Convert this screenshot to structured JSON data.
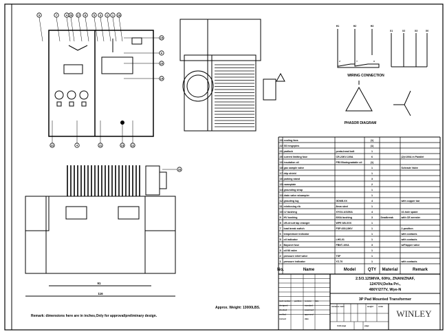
{
  "parts_table": {
    "headers": {
      "no": "No.",
      "name": "Name",
      "model": "Model",
      "qty": "QTY",
      "material": "Material",
      "remark": "Remark"
    },
    "rows": [
      {
        "no": "23",
        "name": "cooling fans",
        "model": "",
        "qty": "(1)",
        "material": "",
        "remark": ""
      },
      {
        "no": "22",
        "name": "SS hingepins",
        "model": "",
        "qty": "(1)",
        "material": "",
        "remark": ""
      },
      {
        "no": "21",
        "name": "padlock",
        "model": "penta-head bolt",
        "qty": "1",
        "material": "",
        "remark": ""
      },
      {
        "no": "20",
        "name": "current limiting fuse",
        "model": "CR-23KV-100A",
        "qty": "6",
        "material": "",
        "remark": "(2)×100A in Parallel"
      },
      {
        "no": "19",
        "name": "insulation oil",
        "model": "FR3 Biodegradable oil",
        "qty": "(1)",
        "material": "",
        "remark": ""
      },
      {
        "no": "18",
        "name": "gas sample valve",
        "model": "",
        "qty": "1",
        "material": "",
        "remark": "Schrade Valve"
      },
      {
        "no": "17",
        "name": "drip shield",
        "model": "",
        "qty": "1",
        "material": "",
        "remark": ""
      },
      {
        "no": "16",
        "name": "parking stand",
        "model": "",
        "qty": "3",
        "material": "",
        "remark": ""
      },
      {
        "no": "15",
        "name": "nameplate",
        "model": "",
        "qty": "2",
        "material": "",
        "remark": ""
      },
      {
        "no": "14",
        "name": "grounding strap",
        "model": "",
        "qty": "1",
        "material": "",
        "remark": ""
      },
      {
        "no": "13",
        "name": "drain valve w/sampler",
        "model": "",
        "qty": "1",
        "material": "",
        "remark": ""
      },
      {
        "no": "12",
        "name": "grouding lug",
        "model": "GDNB.XX",
        "qty": "4",
        "material": "",
        "remark": "with copper bar"
      },
      {
        "no": "11",
        "name": "reinforcing rib",
        "model": "8mm steel",
        "qty": "1",
        "material": "",
        "remark": ""
      },
      {
        "no": "10",
        "name": "LV bushing",
        "model": "XYG3-1/3150A",
        "qty": "4",
        "material": "",
        "remark": "10-hole spade"
      },
      {
        "no": "9",
        "name": "HV bushing",
        "model": "600A bushing",
        "qty": "3",
        "material": "Deadbreak",
        "remark": "with CE arrester"
      },
      {
        "no": "8",
        "name": "off-circuit tap changer",
        "model": "WPE 8/8-XXX",
        "qty": "1",
        "material": "",
        "remark": ""
      },
      {
        "no": "7",
        "name": "load break switch",
        "model": "FSP-630,18KV",
        "qty": "1",
        "material": "",
        "remark": "2-position"
      },
      {
        "no": "6",
        "name": "temperature indicator",
        "model": "",
        "qty": "1",
        "material": "",
        "remark": "with contacts"
      },
      {
        "no": "5",
        "name": "oil indicator",
        "model": "LHS-01",
        "qty": "1",
        "material": "",
        "remark": "with contacts"
      },
      {
        "no": "4",
        "name": "Bayonet fuse",
        "model": "FBNT-100A",
        "qty": "3",
        "material": "",
        "remark": "w/Flapper valve"
      },
      {
        "no": "3",
        "name": "oil fill valve",
        "model": "",
        "qty": "1",
        "material": "",
        "remark": ""
      },
      {
        "no": "2",
        "name": "pressure relief valve",
        "model": "TSF",
        "qty": "1",
        "material": "",
        "remark": ""
      },
      {
        "no": "1",
        "name": "pressure indicator",
        "model": "YZ-70",
        "qty": "1",
        "material": "",
        "remark": "with contacts"
      }
    ]
  },
  "title_block": {
    "spec_line1": "2.5/3.125MVA, 60Hz, ZNAN/ZNAF,",
    "spec_line2": "12470V,Delta Pri.,",
    "spec_line3": "480Y/277V, Wye-N",
    "title": "3P Pad Mounted Transformer",
    "company": "WINLEY",
    "sig_headers": [
      "mark",
      "number",
      "partition",
      "revision",
      "date"
    ],
    "sig_rows": [
      "designed",
      "checked",
      "verified",
      "revised"
    ],
    "sig_rows2": [
      "standard",
      "examined",
      "approved",
      "date"
    ],
    "variance_mark": "variance mark",
    "weight": "weight",
    "scale": "scale",
    "total_page": "total page",
    "page": "page"
  },
  "notes": {
    "remark": "Remark: dimensions here are in inches,Only for approval/preliminary design.",
    "weight": "Approx. Weight: 13000LBS.",
    "dim_inner": "91",
    "dim_outer": "116"
  },
  "diagrams": {
    "wiring_label": "WIRING CONNECTION",
    "phasor_label": "PHASOR DIAGRAM",
    "hv_terminals": [
      "H1",
      "H2",
      "H3"
    ],
    "lv_terminals": [
      "X1",
      "X2",
      "X3",
      "X0"
    ],
    "winding_marks": [
      "Z",
      "Y",
      "X"
    ],
    "balloons_top": [
      "9",
      "7",
      "4",
      "20",
      "17",
      "8",
      "5",
      "3",
      "2",
      "1",
      "18"
    ],
    "balloons_right": [
      "15",
      "6",
      "10",
      "14"
    ],
    "balloons_bottom": [
      "22",
      "4",
      "11",
      "13",
      "12"
    ],
    "balloon_side": "16"
  }
}
